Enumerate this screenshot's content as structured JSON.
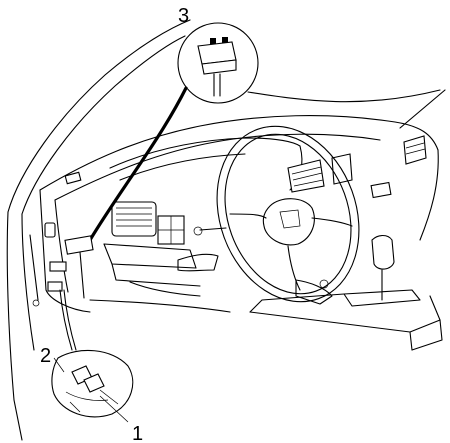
{
  "callouts": [
    {
      "label": "3"
    },
    {
      "label": "2"
    },
    {
      "label": "1"
    }
  ]
}
